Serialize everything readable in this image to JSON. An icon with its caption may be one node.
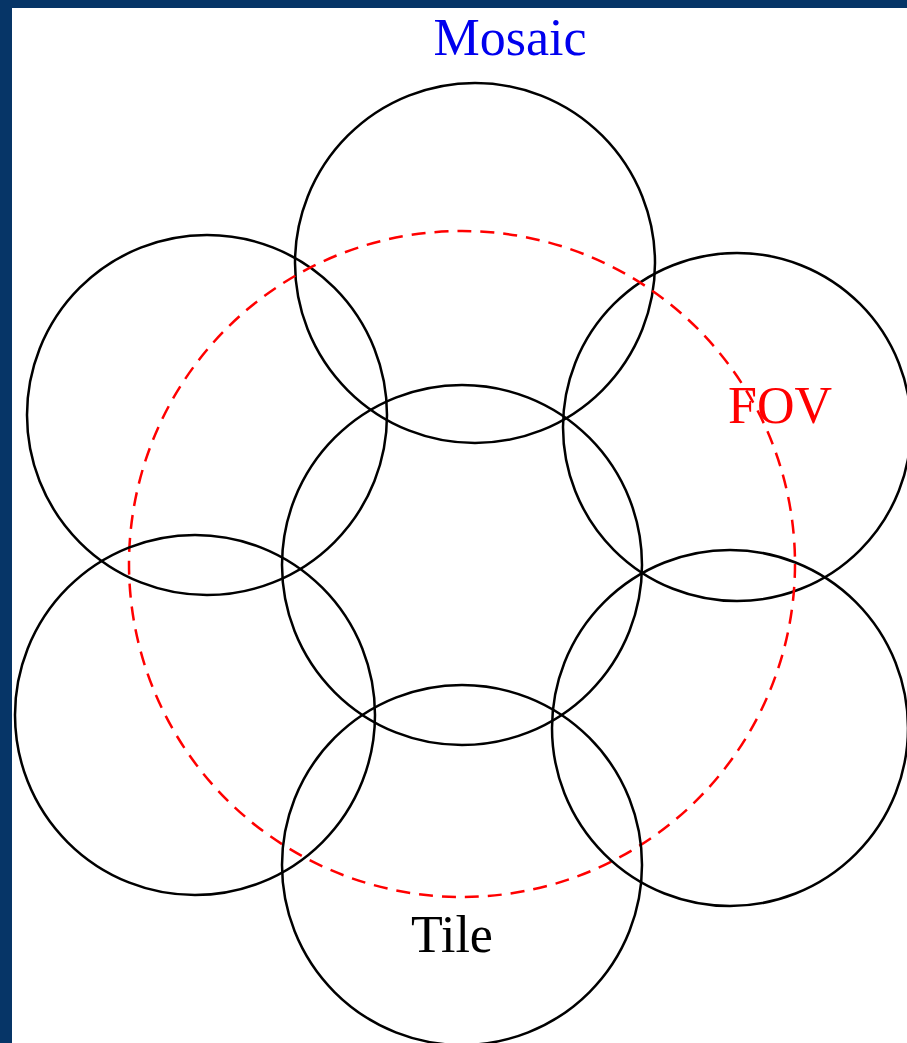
{
  "diagram": {
    "title": "Mosaic",
    "nodes": [
      {
        "text": [],
        "shape": "circle"
      },
      {
        "text": [],
        "shape": "circle"
      },
      {
        "text": [],
        "shape": "circle"
      },
      {
        "text": [],
        "shape": "circle"
      },
      {
        "text": [],
        "shape": "circle",
        "in": 3
      },
      {
        "text": [],
        "shape": "circle"
      },
      {
        "text": [],
        "shape": "circle"
      },
      {
        "text": [
          "Tile"
        ]
      }
    ],
    "edges": [],
    "labels": [
      "FOV"
    ]
  }
}
